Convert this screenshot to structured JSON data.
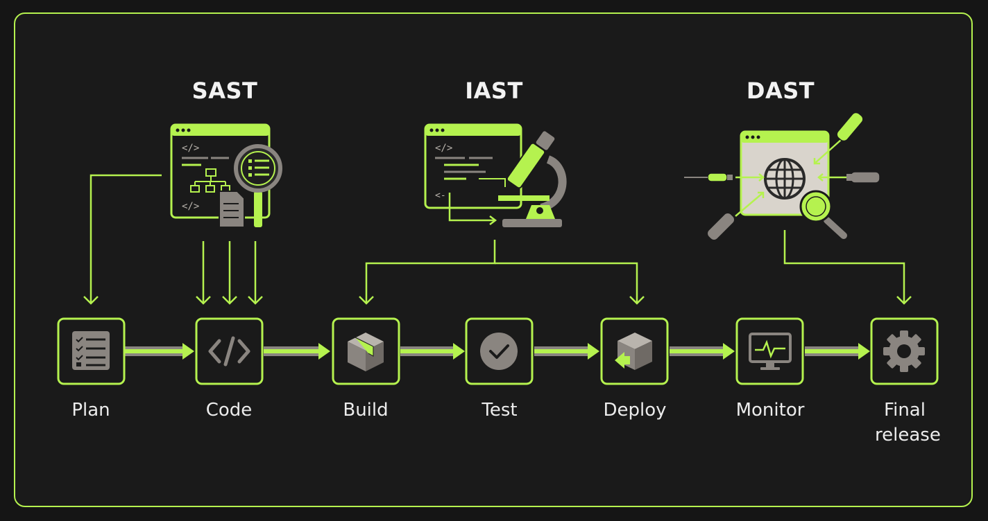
{
  "categories": {
    "sast": "SAST",
    "iast": "IAST",
    "dast": "DAST"
  },
  "stages": [
    {
      "label": "Plan",
      "icon": "checklist-icon"
    },
    {
      "label": "Code",
      "icon": "code-brackets-icon"
    },
    {
      "label": "Build",
      "icon": "package-box-icon"
    },
    {
      "label": "Test",
      "icon": "check-circle-icon"
    },
    {
      "label": "Deploy",
      "icon": "deploy-box-icon"
    },
    {
      "label": "Monitor",
      "icon": "monitor-pulse-icon"
    },
    {
      "label": "Final release",
      "icon": "gear-icon"
    }
  ],
  "colors": {
    "accent": "#b5f24f",
    "background": "#1a1a1a",
    "icon_fill": "#8a8580",
    "panel_fill": "#d9d4cc",
    "text": "#ececec"
  }
}
